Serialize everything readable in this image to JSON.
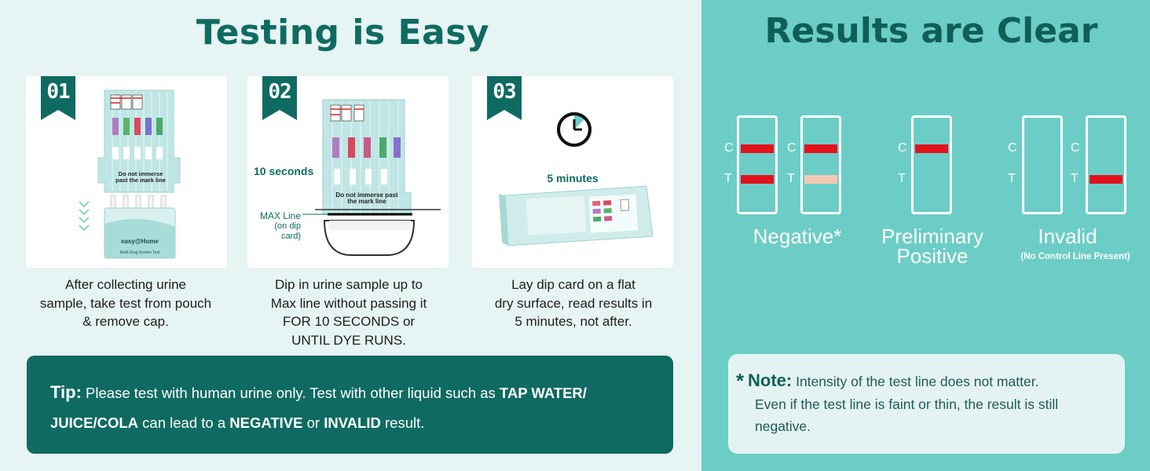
{
  "left": {
    "title": "Testing is Easy",
    "steps": [
      {
        "num": "01",
        "lines": [
          "After collecting urine",
          "sample, take test from pouch",
          "& remove cap."
        ],
        "card_text": "Do not immerse past the mark line",
        "brand": "easy@Home",
        "product": "Multi-Drug Screen Test"
      },
      {
        "num": "02",
        "lines": [
          "Dip in urine sample up to",
          "Max line without passing it",
          "FOR 10 SECONDS or",
          "UNTIL DYE RUNS."
        ],
        "seconds_label": "10 seconds",
        "max_line_label": "MAX Line",
        "max_line_sub": "(on dip card)",
        "card_text": "Do not immerse past the mark line"
      },
      {
        "num": "03",
        "lines": [
          "Lay dip card on a flat",
          "dry surface, read results in",
          "5 minutes, not after."
        ],
        "minutes_label": "5 minutes"
      }
    ],
    "tip": {
      "label": "Tip:",
      "text1": " Please test with human urine only. Test with other liquid such as ",
      "bold1": "TAP WATER/",
      "bold2": "JUICE/COLA",
      "text2": " can lead to a ",
      "bold3": "NEGATIVE",
      "text3": " or ",
      "bold4": "INVALID",
      "text4": " result."
    }
  },
  "right": {
    "title": "Results are Clear",
    "letter_c": "C",
    "letter_t": "T",
    "results": [
      {
        "label": "Negative*",
        "sub": ""
      },
      {
        "label_line1": "Preliminary",
        "label_line2": "Positive"
      },
      {
        "label": "Invalid",
        "sub": "(No Control Line Present)"
      }
    ],
    "note": {
      "star": "*",
      "label": "Note:",
      "line1": " Intensity of the test line does not matter.",
      "line2": "Even if the test line is faint or thin, the result is still",
      "line3": "negative."
    }
  },
  "colors": {
    "dark_teal": "#0f6b61",
    "right_bg": "#6ccdc7",
    "left_bg": "#e6f4f3",
    "line_red": "#e3121b",
    "line_faint": "#f4c7b3"
  }
}
